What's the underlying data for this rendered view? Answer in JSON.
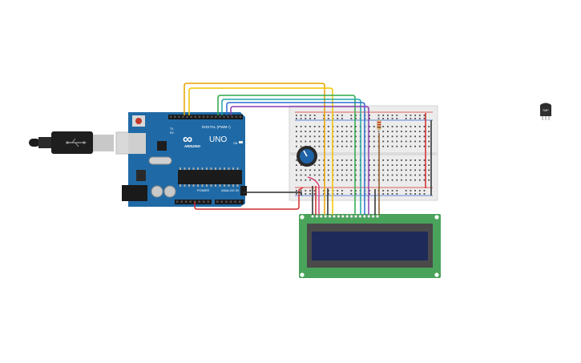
{
  "arduino": {
    "brand": "ARDUINO",
    "model": "UNO",
    "logo_text": "∞",
    "header_digital": "DIGITAL (PWM~)",
    "header_power": "POWER",
    "header_analog": "ANALOG IN",
    "tx_label": "TX",
    "rx_label": "RX",
    "on_label": "ON",
    "board_color": "#1f6aa6",
    "usb_icon": "usb-plug-icon"
  },
  "sensor": {
    "label": "TMP",
    "icon": "temperature-sensor-icon"
  },
  "lcd": {
    "board_color": "#4aa35a",
    "screen_color": "#1d2a5a"
  },
  "wire_colors": {
    "orange": "#e8a200",
    "yellow": "#f2c400",
    "green": "#2fa84a",
    "teal": "#1fa6a6",
    "blue": "#2a6ed1",
    "purple": "#8a3fb0",
    "red": "#d12b2b",
    "black": "#2b2b2b",
    "pink": "#d6437a",
    "brown": "#8a5a2b"
  }
}
